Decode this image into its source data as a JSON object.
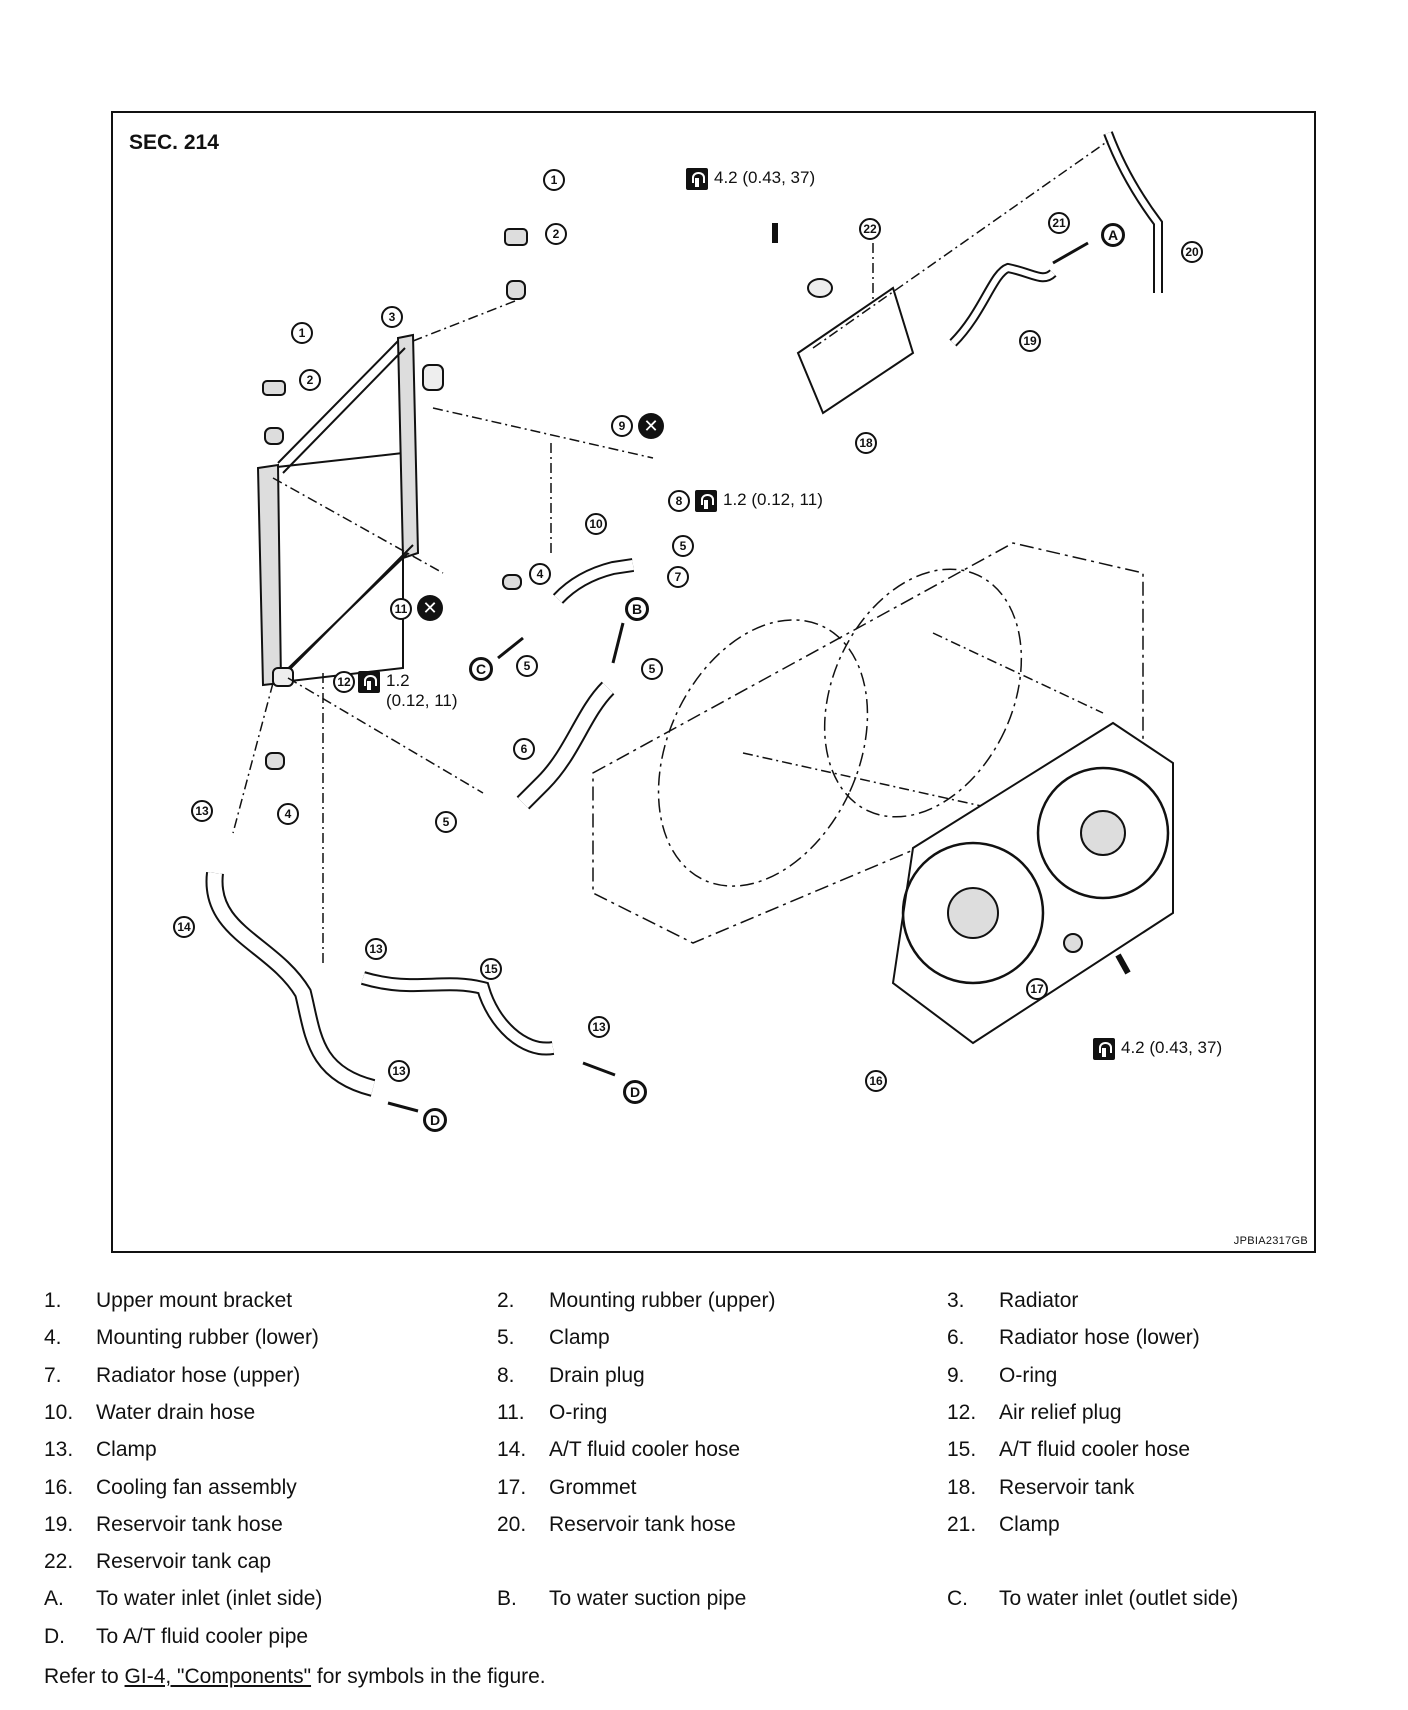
{
  "figure": {
    "section": "SEC. 214",
    "figure_id": "JPBIA2317GB",
    "torques": {
      "reservoir_bolt": "4.2 (0.43, 37)",
      "drain_plug": "1.2 (0.12, 11)",
      "air_relief_line1": "1.2",
      "air_relief_line2": "(0.12, 11)",
      "fan_bolt": "4.2 (0.43, 37)"
    },
    "callouts": {
      "n1": "1",
      "n2": "2",
      "n3": "3",
      "n4": "4",
      "n5": "5",
      "n6": "6",
      "n7": "7",
      "n8": "8",
      "n9": "9",
      "n10": "10",
      "n11": "11",
      "n12": "12",
      "n13": "13",
      "n14": "14",
      "n15": "15",
      "n16": "16",
      "n17": "17",
      "n18": "18",
      "n19": "19",
      "n20": "20",
      "n21": "21",
      "n22": "22"
    },
    "letters": {
      "A": "A",
      "B": "B",
      "C": "C",
      "D": "D"
    },
    "no_reuse_symbol": "✕"
  },
  "legend": [
    {
      "num": "1.",
      "label": "Upper mount bracket"
    },
    {
      "num": "2.",
      "label": "Mounting rubber (upper)"
    },
    {
      "num": "3.",
      "label": "Radiator"
    },
    {
      "num": "4.",
      "label": "Mounting rubber (lower)"
    },
    {
      "num": "5.",
      "label": "Clamp"
    },
    {
      "num": "6.",
      "label": "Radiator hose (lower)"
    },
    {
      "num": "7.",
      "label": "Radiator hose (upper)"
    },
    {
      "num": "8.",
      "label": "Drain plug"
    },
    {
      "num": "9.",
      "label": "O-ring"
    },
    {
      "num": "10.",
      "label": "Water drain hose"
    },
    {
      "num": "11.",
      "label": "O-ring"
    },
    {
      "num": "12.",
      "label": "Air relief plug"
    },
    {
      "num": "13.",
      "label": "Clamp"
    },
    {
      "num": "14.",
      "label": "A/T fluid cooler hose"
    },
    {
      "num": "15.",
      "label": "A/T fluid cooler hose"
    },
    {
      "num": "16.",
      "label": "Cooling fan assembly"
    },
    {
      "num": "17.",
      "label": "Grommet"
    },
    {
      "num": "18.",
      "label": "Reservoir tank"
    },
    {
      "num": "19.",
      "label": "Reservoir tank hose"
    },
    {
      "num": "20.",
      "label": "Reservoir tank hose"
    },
    {
      "num": "21.",
      "label": "Clamp"
    },
    {
      "num": "22.",
      "label": "Reservoir tank cap"
    },
    {
      "num": "A.",
      "label": "To water inlet (inlet side)"
    },
    {
      "num": "B.",
      "label": "To water suction pipe"
    },
    {
      "num": "C.",
      "label": "To water inlet (outlet side)"
    },
    {
      "num": "D.",
      "label": "To A/T fluid cooler pipe"
    }
  ],
  "refer": {
    "prefix": "Refer to ",
    "link": "GI-4, \"Components\"",
    "suffix": " for symbols in the figure."
  }
}
